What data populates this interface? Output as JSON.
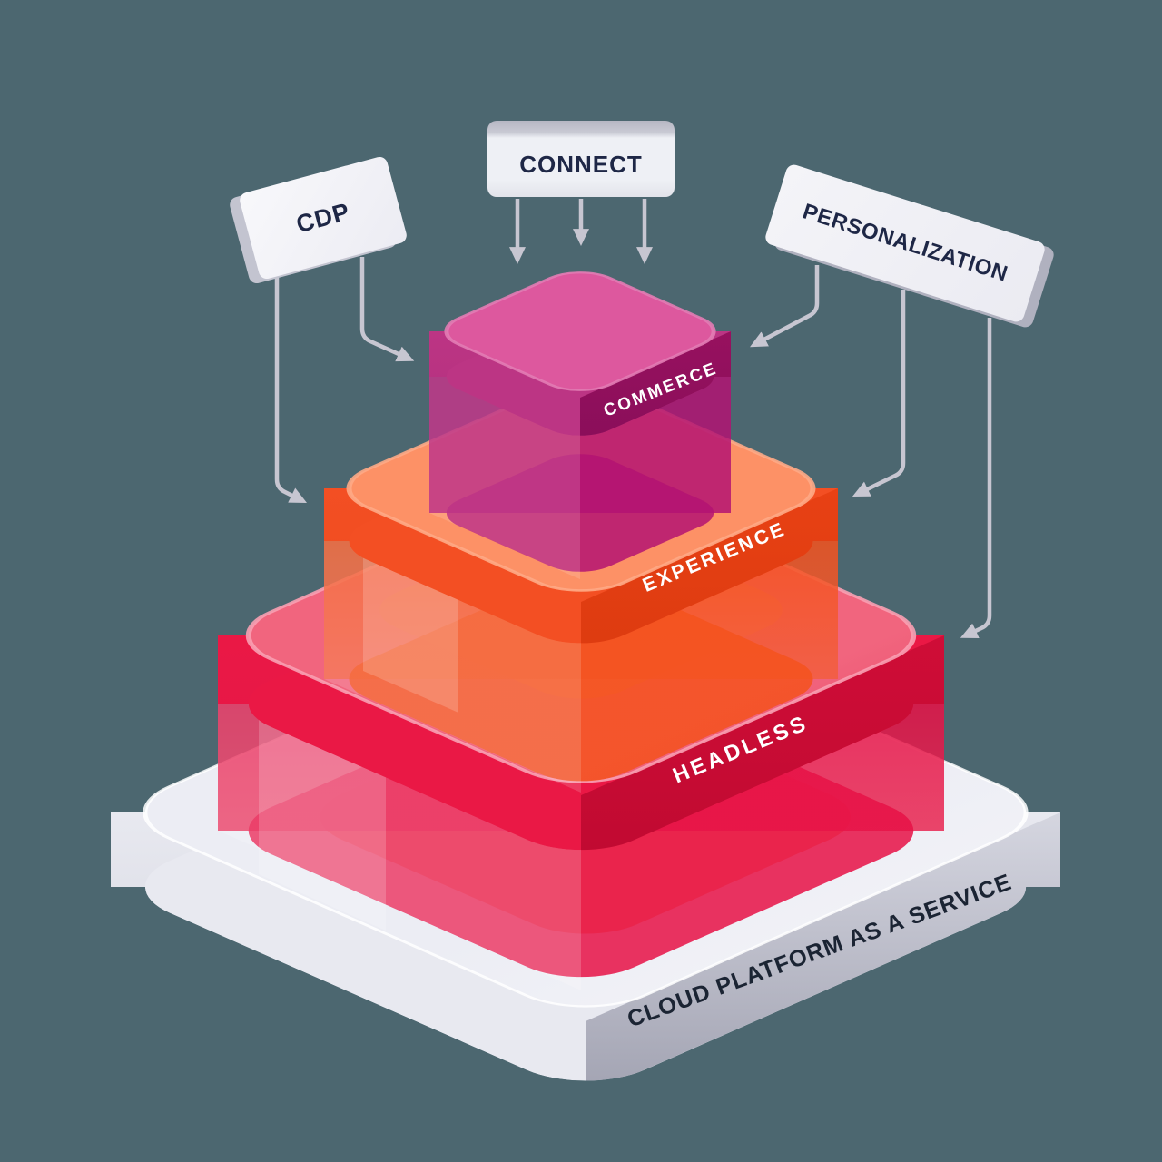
{
  "background": {
    "color": "#4c6770"
  },
  "cards": {
    "cdp": {
      "label": "CDP"
    },
    "connect": {
      "label": "CONNECT"
    },
    "personalization": {
      "label": "PERSONALIZATION"
    }
  },
  "stack": {
    "layers": [
      {
        "id": "commerce",
        "label": "COMMERCE",
        "top_color": "#c01777",
        "side_color": "#8f0f62",
        "label_color": "#ffffff"
      },
      {
        "id": "experience",
        "label": "EXPERIENCE",
        "top_color": "#f4531e",
        "side_color": "#e03d12",
        "label_color": "#ffffff"
      },
      {
        "id": "headless",
        "label": "HEADLESS",
        "top_color": "#e81147",
        "side_color": "#c70b33",
        "label_color": "#ffffff"
      }
    ],
    "platform": {
      "label": "CLOUD PLATFORM AS A SERVICE",
      "top_color": "#f2f3f8",
      "side_color": "#b3b4c1",
      "label_color": "#1b2433"
    }
  },
  "arrows": {
    "color": "#c7c6d1",
    "from_connect": 3,
    "from_cdp": 2,
    "from_personalization": 3
  },
  "text_colors": {
    "card_text": "#1e2746"
  }
}
